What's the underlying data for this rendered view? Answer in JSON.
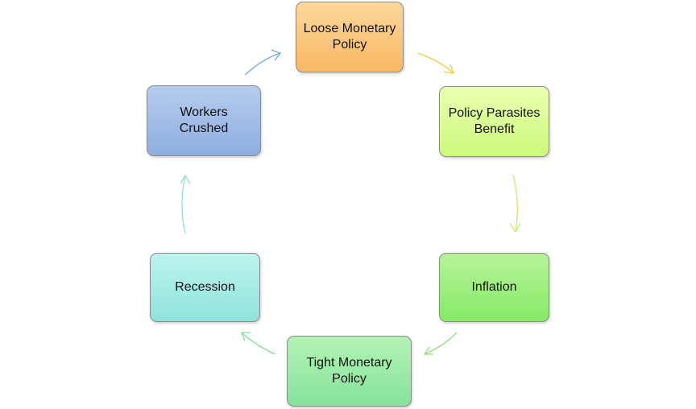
{
  "diagram": {
    "type": "cycle",
    "nodes": [
      {
        "id": "loose",
        "label": "Loose Monetary\nPolicy"
      },
      {
        "id": "paras",
        "label": "Policy Parasites\nBenefit"
      },
      {
        "id": "infl",
        "label": "Inflation"
      },
      {
        "id": "tight",
        "label": "Tight Monetary\nPolicy"
      },
      {
        "id": "rec",
        "label": "Recession"
      },
      {
        "id": "workers",
        "label": "Workers\nCrushed"
      }
    ],
    "edges": [
      {
        "from": "loose",
        "to": "paras",
        "color": "#f2cc3a"
      },
      {
        "from": "paras",
        "to": "infl",
        "color": "#c8ec6a"
      },
      {
        "from": "infl",
        "to": "tight",
        "color": "#8fe07a"
      },
      {
        "from": "tight",
        "to": "rec",
        "color": "#7fdf98"
      },
      {
        "from": "rec",
        "to": "workers",
        "color": "#8fdfd0"
      },
      {
        "from": "workers",
        "to": "loose",
        "color": "#6fa8e0"
      }
    ]
  }
}
